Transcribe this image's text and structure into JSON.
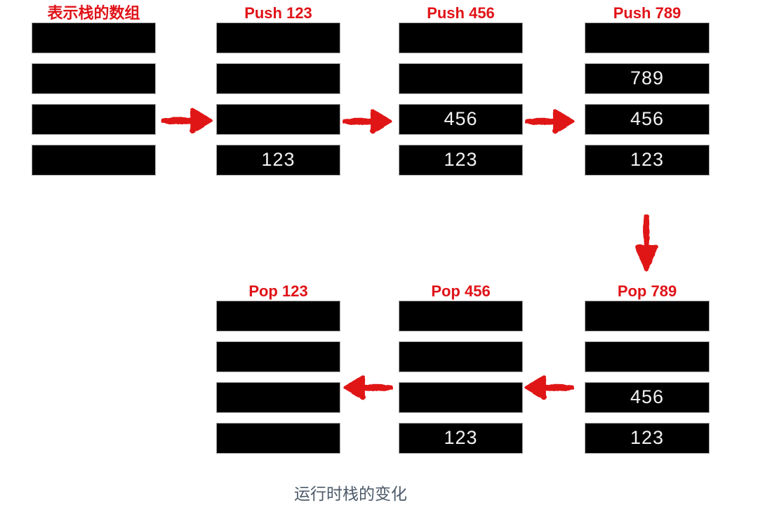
{
  "caption": "运行时栈的变化",
  "colors": {
    "accent_red": "#e01318",
    "bar_fill": "#000000",
    "bar_text": "#f2f2f2",
    "bar_border": "#aaaaaa",
    "caption_color": "#4d5a69",
    "canvas_bg": "#ffffff"
  },
  "stacks": [
    {
      "id": "initial-array",
      "label": "表示栈的数组",
      "slots": [
        "",
        "",
        "",
        ""
      ]
    },
    {
      "id": "push-123",
      "label": "Push 123",
      "slots": [
        "",
        "",
        "",
        "123"
      ]
    },
    {
      "id": "push-456",
      "label": "Push 456",
      "slots": [
        "",
        "",
        "456",
        "123"
      ]
    },
    {
      "id": "push-789",
      "label": "Push 789",
      "slots": [
        "",
        "789",
        "456",
        "123"
      ]
    },
    {
      "id": "pop-123",
      "label": "Pop 123",
      "slots": [
        "",
        "",
        "",
        ""
      ]
    },
    {
      "id": "pop-456",
      "label": "Pop 456",
      "slots": [
        "",
        "",
        "",
        "123"
      ]
    },
    {
      "id": "pop-789",
      "label": "Pop 789",
      "slots": [
        "",
        "",
        "456",
        "123"
      ]
    }
  ],
  "arrows": [
    {
      "name": "arrow-right-1",
      "direction": "right"
    },
    {
      "name": "arrow-right-2",
      "direction": "right"
    },
    {
      "name": "arrow-right-3",
      "direction": "right"
    },
    {
      "name": "arrow-down-1",
      "direction": "down"
    },
    {
      "name": "arrow-left-1",
      "direction": "left"
    },
    {
      "name": "arrow-left-2",
      "direction": "left"
    }
  ]
}
